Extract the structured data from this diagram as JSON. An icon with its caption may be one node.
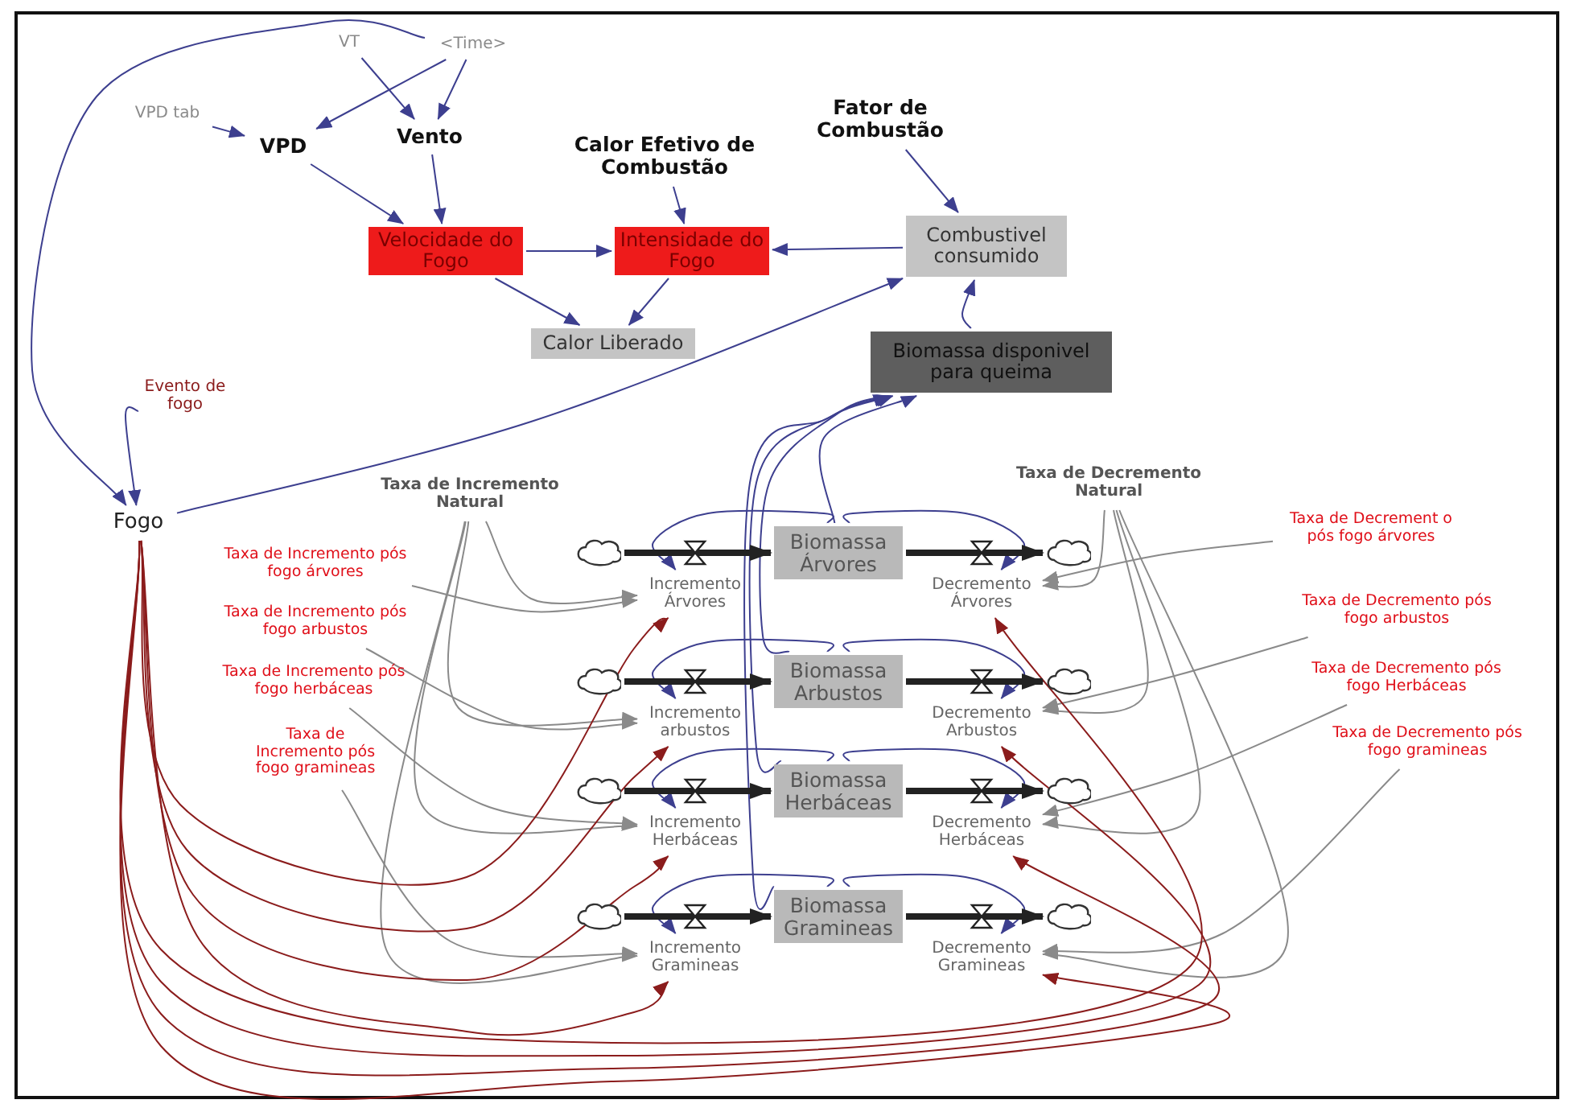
{
  "diagram": {
    "nodes": [
      {
        "text": [
          "VT"
        ]
      },
      {
        "text": [
          "<Time>"
        ]
      },
      {
        "text": [
          "VPD tab"
        ]
      },
      {
        "text": [
          "VPD"
        ]
      },
      {
        "text": [
          "Vento"
        ]
      },
      {
        "text": [
          "Calor Efetivo de Combustão"
        ]
      },
      {
        "text": [
          "Fator de Combustão"
        ]
      },
      {
        "text": [
          "Velocidade do Fogo"
        ]
      },
      {
        "text": [
          "Intensidade do Fogo"
        ]
      },
      {
        "text": [
          "Combustivel consumido"
        ]
      },
      {
        "text": [
          "Calor Liberado"
        ]
      },
      {
        "text": [
          "Biomassa disponivel para queima"
        ]
      },
      {
        "text": [
          "Evento de fogo"
        ]
      },
      {
        "text": [
          "Fogo"
        ]
      },
      {
        "text": [
          "Taxa de Incremento Natural"
        ]
      },
      {
        "text": [
          "Taxa de Incremento pós fogo árvores"
        ]
      },
      {
        "text": [
          "Taxa de Incremento pós fogo arbustos"
        ]
      },
      {
        "text": [
          "Taxa de Incremento pós fogo herbáceas"
        ]
      },
      {
        "text": [
          "Taxa de Incremento pós fogo gramineas"
        ]
      },
      {
        "text": [
          "Taxa de Decremento Natural"
        ]
      },
      {
        "text": [
          "Taxa de Decrement o pós fogo árvores"
        ]
      },
      {
        "text": [
          "Taxa de Decremento pós fogo arbustos"
        ]
      },
      {
        "text": [
          "Taxa de Decremento pós fogo Herbáceas"
        ]
      },
      {
        "text": [
          "Taxa de Decremento pós fogo gramineas"
        ]
      },
      {
        "text": [
          "Biomassa Árvores"
        ]
      },
      {
        "text": [
          "Biomassa Arbustos"
        ]
      },
      {
        "text": [
          "Biomassa Herbáceas"
        ]
      },
      {
        "text": [
          "Biomassa Gramineas"
        ]
      },
      {
        "text": [
          "Incremento Árvores"
        ]
      },
      {
        "text": [
          "Decremento Árvores"
        ]
      },
      {
        "text": [
          "Incremento arbustos"
        ]
      },
      {
        "text": [
          "Decremento Arbustos"
        ]
      },
      {
        "text": [
          "Incremento Herbáceas"
        ]
      },
      {
        "text": [
          "Decremento Herbáceas"
        ]
      },
      {
        "text": [
          "Incremento Gramineas"
        ]
      },
      {
        "text": [
          "Decremento Gramineas"
        ]
      },
      {
        "text": [],
        "shape": "cloud"
      },
      {
        "text": [],
        "shape": "cloud"
      },
      {
        "text": [],
        "shape": "cloud"
      },
      {
        "text": [],
        "shape": "cloud"
      },
      {
        "text": [],
        "shape": "cloud"
      },
      {
        "text": [],
        "shape": "cloud"
      },
      {
        "text": [],
        "shape": "cloud"
      },
      {
        "text": [],
        "shape": "cloud"
      }
    ],
    "edges": [
      {
        "from": 1,
        "to": 3,
        "arrow": "to"
      },
      {
        "from": 1,
        "to": 4,
        "arrow": "to"
      },
      {
        "from": 0,
        "to": 4,
        "arrow": "to"
      },
      {
        "from": 2,
        "to": 3,
        "arrow": "to"
      },
      {
        "from": 1,
        "to": 13,
        "arrow": "to"
      },
      {
        "from": 12,
        "to": 13,
        "arrow": "to"
      },
      {
        "from": 3,
        "to": 7,
        "arrow": "to"
      },
      {
        "from": 4,
        "to": 7,
        "arrow": "to"
      },
      {
        "from": 7,
        "to": 8,
        "arrow": "to"
      },
      {
        "from": 7,
        "to": 10,
        "arrow": "to"
      },
      {
        "from": 8,
        "to": 10,
        "arrow": "to"
      },
      {
        "from": 5,
        "to": 8,
        "arrow": "to"
      },
      {
        "from": 9,
        "to": 8,
        "arrow": "to"
      },
      {
        "from": 6,
        "to": 9,
        "arrow": "to"
      },
      {
        "from": 11,
        "to": 9,
        "arrow": "to"
      },
      {
        "from": 13,
        "to": 9,
        "arrow": "to"
      },
      {
        "from": 24,
        "to": 11,
        "arrow": "to"
      },
      {
        "from": 25,
        "to": 11,
        "arrow": "to"
      },
      {
        "from": 26,
        "to": 11,
        "arrow": "to"
      },
      {
        "from": 27,
        "to": 11,
        "arrow": "to"
      },
      {
        "from": 24,
        "to": 28,
        "arrow": "to"
      },
      {
        "from": 24,
        "to": 29,
        "arrow": "to"
      },
      {
        "from": 25,
        "to": 30,
        "arrow": "to"
      },
      {
        "from": 25,
        "to": 31,
        "arrow": "to"
      },
      {
        "from": 26,
        "to": 32,
        "arrow": "to"
      },
      {
        "from": 26,
        "to": 33,
        "arrow": "to"
      },
      {
        "from": 27,
        "to": 34,
        "arrow": "to"
      },
      {
        "from": 27,
        "to": 35,
        "arrow": "to"
      },
      {
        "from": 14,
        "to": 28,
        "arrow": "to",
        "color": "#8a8a8a"
      },
      {
        "from": 14,
        "to": 30,
        "arrow": "to",
        "color": "#8a8a8a"
      },
      {
        "from": 14,
        "to": 32,
        "arrow": "to",
        "color": "#8a8a8a"
      },
      {
        "from": 14,
        "to": 34,
        "arrow": "to",
        "color": "#8a8a8a"
      },
      {
        "from": 15,
        "to": 28,
        "arrow": "to",
        "color": "#8a8a8a"
      },
      {
        "from": 16,
        "to": 30,
        "arrow": "to",
        "color": "#8a8a8a"
      },
      {
        "from": 17,
        "to": 32,
        "arrow": "to",
        "color": "#8a8a8a"
      },
      {
        "from": 18,
        "to": 34,
        "arrow": "to",
        "color": "#8a8a8a"
      },
      {
        "from": 19,
        "to": 29,
        "arrow": "to",
        "color": "#8a8a8a"
      },
      {
        "from": 19,
        "to": 31,
        "arrow": "to",
        "color": "#8a8a8a"
      },
      {
        "from": 19,
        "to": 33,
        "arrow": "to",
        "color": "#8a8a8a"
      },
      {
        "from": 19,
        "to": 35,
        "arrow": "to",
        "color": "#8a8a8a"
      },
      {
        "from": 20,
        "to": 29,
        "arrow": "to",
        "color": "#8a8a8a"
      },
      {
        "from": 21,
        "to": 31,
        "arrow": "to",
        "color": "#8a8a8a"
      },
      {
        "from": 22,
        "to": 33,
        "arrow": "to",
        "color": "#8a8a8a"
      },
      {
        "from": 23,
        "to": 35,
        "arrow": "to",
        "color": "#8a8a8a"
      },
      {
        "from": 13,
        "to": 28,
        "arrow": "to",
        "color": "#8b1c1c"
      },
      {
        "from": 13,
        "to": 30,
        "arrow": "to",
        "color": "#8b1c1c"
      },
      {
        "from": 13,
        "to": 32,
        "arrow": "to",
        "color": "#8b1c1c"
      },
      {
        "from": 13,
        "to": 34,
        "arrow": "to",
        "color": "#8b1c1c"
      },
      {
        "from": 13,
        "to": 29,
        "arrow": "to",
        "color": "#8b1c1c"
      },
      {
        "from": 13,
        "to": 31,
        "arrow": "to",
        "color": "#8b1c1c"
      },
      {
        "from": 13,
        "to": 33,
        "arrow": "to",
        "color": "#8b1c1c"
      },
      {
        "from": 13,
        "to": 35,
        "arrow": "to",
        "color": "#8b1c1c"
      },
      {
        "from": 36,
        "to": 24,
        "arrow": "to",
        "style": "thick",
        "color": "#222222"
      },
      {
        "from": 37,
        "to": 25,
        "arrow": "to",
        "style": "thick",
        "color": "#222222"
      },
      {
        "from": 38,
        "to": 26,
        "arrow": "to",
        "style": "thick",
        "color": "#222222"
      },
      {
        "from": 39,
        "to": 27,
        "arrow": "to",
        "style": "thick",
        "color": "#222222"
      },
      {
        "from": 24,
        "to": 40,
        "arrow": "to",
        "style": "thick",
        "color": "#222222"
      },
      {
        "from": 25,
        "to": 41,
        "arrow": "to",
        "style": "thick",
        "color": "#222222"
      },
      {
        "from": 26,
        "to": 42,
        "arrow": "to",
        "style": "thick",
        "color": "#222222"
      },
      {
        "from": 27,
        "to": 43,
        "arrow": "to",
        "style": "thick",
        "color": "#222222"
      }
    ]
  }
}
